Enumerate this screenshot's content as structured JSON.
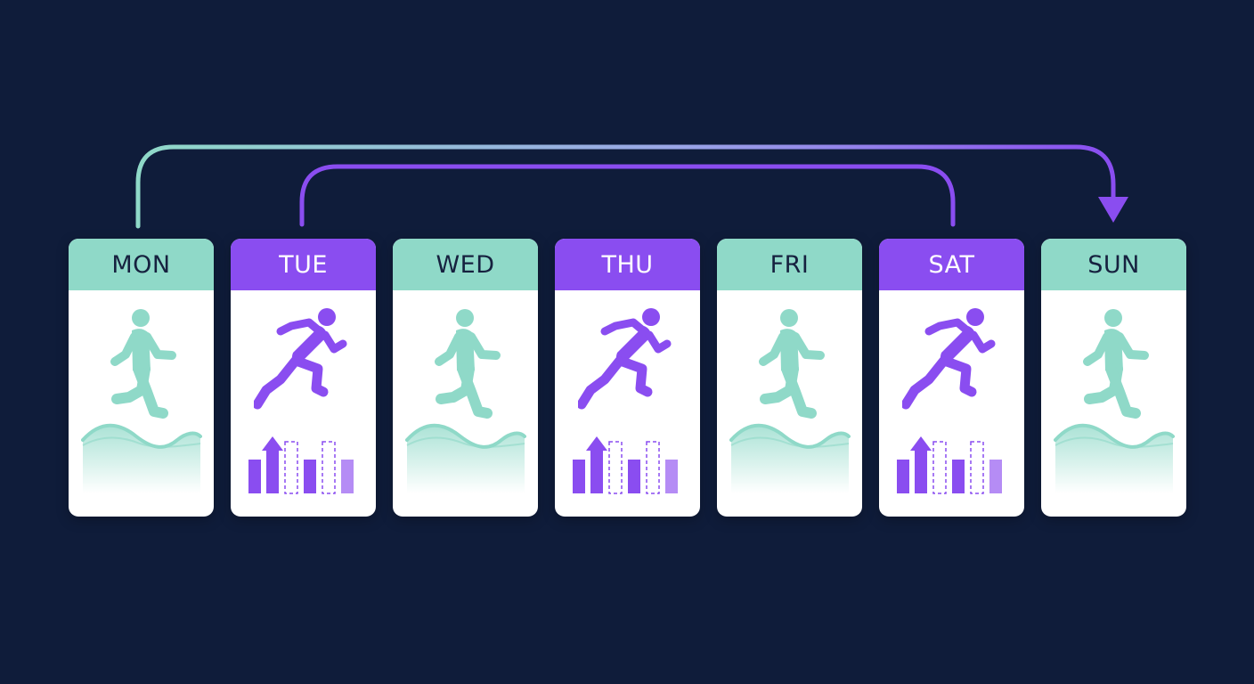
{
  "colors": {
    "background": "#0f1c3a",
    "easy": "#8fd9c8",
    "hard": "#8a4df0",
    "card": "#ffffff"
  },
  "days": [
    {
      "label": "MON",
      "type": "easy",
      "figure": "jogging-runner-icon",
      "visual": "wave-pattern"
    },
    {
      "label": "TUE",
      "type": "hard",
      "figure": "sprinting-runner-icon",
      "visual": "interval-bars"
    },
    {
      "label": "WED",
      "type": "easy",
      "figure": "jogging-runner-icon",
      "visual": "wave-pattern"
    },
    {
      "label": "THU",
      "type": "hard",
      "figure": "sprinting-runner-icon",
      "visual": "interval-bars"
    },
    {
      "label": "FRI",
      "type": "easy",
      "figure": "jogging-runner-icon",
      "visual": "wave-pattern"
    },
    {
      "label": "SAT",
      "type": "hard",
      "figure": "sprinting-runner-icon",
      "visual": "interval-bars"
    },
    {
      "label": "SUN",
      "type": "easy",
      "figure": "jogging-runner-icon",
      "visual": "wave-pattern"
    }
  ],
  "connectors": [
    {
      "from": "MON",
      "to": "SUN",
      "style": "teal-to-purple-gradient",
      "arrowhead": true
    },
    {
      "from": "TUE",
      "to": "SAT",
      "style": "purple",
      "arrowhead": false
    }
  ]
}
